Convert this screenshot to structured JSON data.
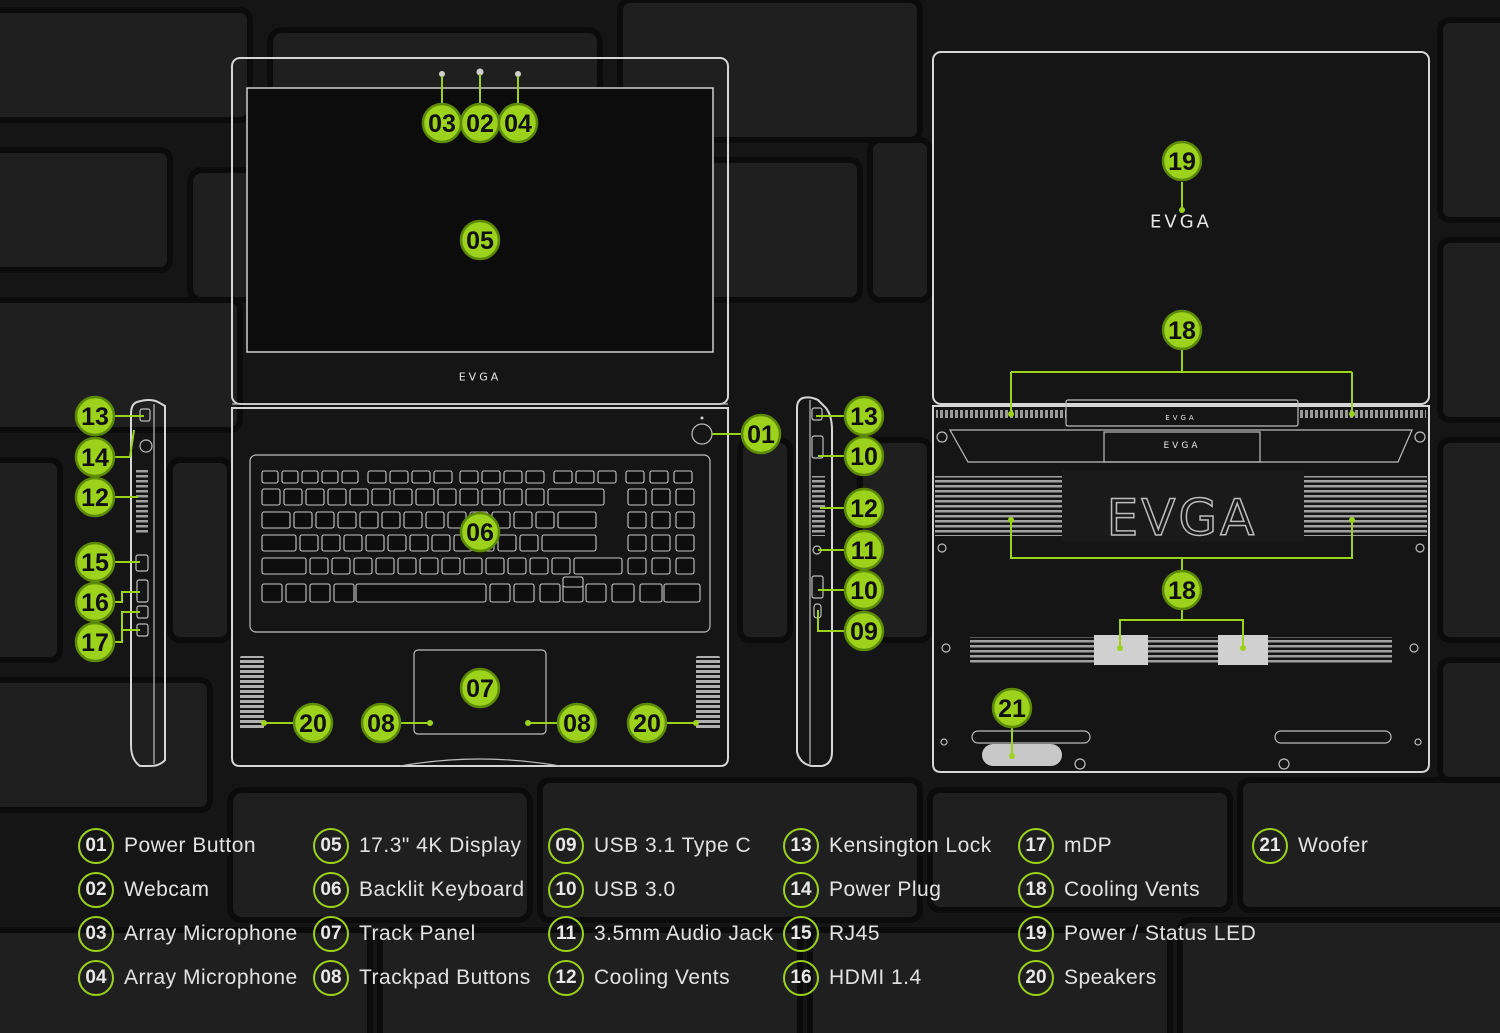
{
  "brand": {
    "logo_text": "EVGA"
  },
  "colors": {
    "accent": "#9dd21c",
    "background": "#161616",
    "outline": "#d6d6d6"
  },
  "callouts": {
    "front": [
      "03",
      "02",
      "04",
      "05",
      "01",
      "06",
      "07",
      "08",
      "08",
      "20",
      "20"
    ],
    "left_side": [
      "13",
      "14",
      "12",
      "15",
      "16",
      "17"
    ],
    "right_side": [
      "13",
      "10",
      "12",
      "11",
      "10",
      "09"
    ],
    "rear": [
      "19",
      "18",
      "18",
      "21"
    ]
  },
  "legend": [
    {
      "num": "01",
      "label": "Power Button"
    },
    {
      "num": "02",
      "label": "Webcam"
    },
    {
      "num": "03",
      "label": "Array Microphone"
    },
    {
      "num": "04",
      "label": "Array Microphone"
    },
    {
      "num": "05",
      "label": "17.3\" 4K Display"
    },
    {
      "num": "06",
      "label": "Backlit Keyboard"
    },
    {
      "num": "07",
      "label": "Track Panel"
    },
    {
      "num": "08",
      "label": "Trackpad Buttons"
    },
    {
      "num": "09",
      "label": "USB 3.1 Type C"
    },
    {
      "num": "10",
      "label": "USB 3.0"
    },
    {
      "num": "11",
      "label": "3.5mm Audio Jack"
    },
    {
      "num": "12",
      "label": "Cooling Vents"
    },
    {
      "num": "13",
      "label": "Kensington Lock"
    },
    {
      "num": "14",
      "label": "Power Plug"
    },
    {
      "num": "15",
      "label": "RJ45"
    },
    {
      "num": "16",
      "label": "HDMI 1.4"
    },
    {
      "num": "17",
      "label": "mDP"
    },
    {
      "num": "18",
      "label": "Cooling Vents"
    },
    {
      "num": "19",
      "label": "Power / Status LED"
    },
    {
      "num": "20",
      "label": "Speakers"
    },
    {
      "num": "21",
      "label": "Woofer"
    }
  ]
}
